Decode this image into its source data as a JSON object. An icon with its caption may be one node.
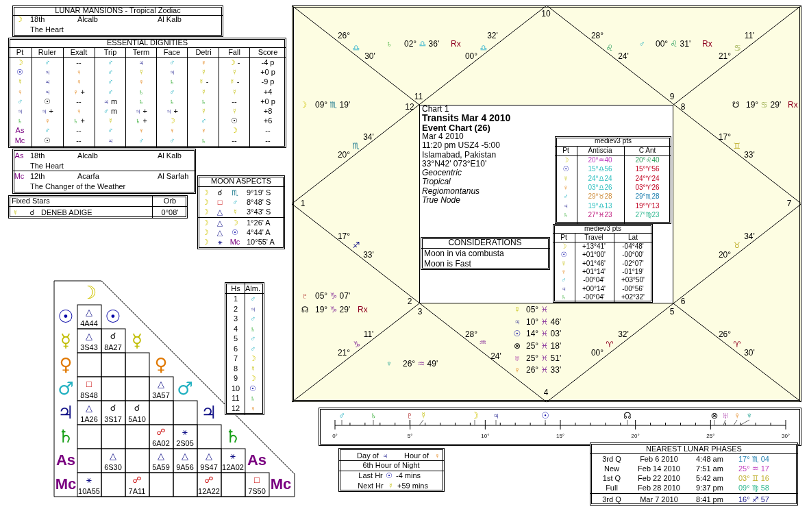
{
  "diagram": {
    "nodes": [
      {
        "text": [
          "LUNAR MANSIONS - Tropical Zodiac",
          "☽",
          "18th",
          "Alcalb",
          "Al Kalb",
          "The Heart"
        ]
      },
      {
        "text": [
          "ESSENTIAL DIGNITIES",
          "Pt",
          "Ruler",
          "Exalt",
          "Trip",
          "Term",
          "Face",
          "Detri",
          "Fall",
          "Score",
          "☽",
          "♂",
          "--",
          "♂",
          "♃",
          "♂",
          "♀",
          "☽ -",
          "-4 p",
          "☉",
          "♃",
          "♀",
          "♂",
          "☿",
          "♃",
          "☿",
          "☿",
          "+0 p",
          "☿",
          "♃",
          "♀",
          "♂",
          "♀",
          "♄",
          "☿ -",
          "☿ -",
          "-9 p",
          "♀",
          "♃",
          "♀ +",
          "♂",
          "♄",
          "♂",
          "☿",
          "☿",
          "+4",
          "♂",
          "☉",
          "--",
          "♃ m",
          "♄",
          "♄",
          "♄",
          "--",
          "+0 p",
          "♃",
          "♃ +",
          "♀",
          "♂ m",
          "♃ +",
          "♃ +",
          "☿",
          "☿",
          "+8",
          "♄",
          "♀",
          "♄ +",
          "☿",
          "♄ +",
          "☽",
          "♂",
          "☉",
          "+6",
          "As",
          "♂",
          "--",
          "♂",
          "♀",
          "♀",
          "♀",
          "☽",
          "--",
          "Mc",
          "☉",
          "--",
          "♃",
          "♂",
          "♂",
          "♄",
          "--",
          "--"
        ]
      },
      {
        "text": [
          "As",
          "18th",
          "Alcalb",
          "Al Kalb",
          "The Heart",
          "Mc",
          "12th",
          "Acarfa",
          "Al Sarfah",
          "The Changer of the Weather"
        ]
      },
      {
        "text": [
          "Fixed Stars",
          "Orb",
          "☿",
          "☌",
          "DENEB ADIGE",
          "0°08'"
        ]
      },
      {
        "text": [
          "MOON ASPECTS",
          "☽",
          "☌",
          "♏",
          "9°19' S",
          "☽",
          "□",
          "♂",
          "8°48' S",
          "☽",
          "△",
          "☿",
          "3°43' S",
          "☽",
          "△",
          "☽",
          "1°26' A",
          "☽",
          "△",
          "☉",
          "4°44' A",
          "☽",
          "⚹",
          "Mc",
          "10°55' A"
        ]
      },
      {
        "text": [
          "10",
          "26°",
          "♎",
          "30'",
          "♄",
          "02° ♎ 36'",
          "Rx",
          "32'",
          "♎",
          "00°",
          "28°",
          "♌",
          "24'",
          "♂",
          "00° ♌ 31'",
          "Rx",
          "11'",
          "♋",
          "21°",
          "☽",
          "09° ♏ 19'",
          "11",
          "12",
          "9",
          "8",
          "☋",
          "19° ♋ 29'",
          "Rx",
          "34'",
          "♏",
          "20°",
          "17°",
          "♊",
          "33'",
          "1",
          "7",
          "17°",
          "♐",
          "33'",
          "34'",
          "♉",
          "20°",
          "♇",
          "05° ♑ 07'",
          "☊",
          "19° ♑ 29'",
          "Rx",
          "2",
          "3",
          "6",
          "5",
          "☿",
          "05° ♓",
          "♃",
          "10° ♓ 46'",
          "☉",
          "14° ♓ 03'",
          "11'",
          "♑",
          "21°",
          "28°",
          "♒",
          "24'",
          "32'",
          "♈",
          "00°",
          "26°",
          "♈",
          "30'",
          "⊗",
          "25° ♓ 18'",
          "♅",
          "25° ♓ 51'",
          "♆",
          "26° ♒ 49'",
          "♀",
          "26° ♓ 33'",
          "4"
        ]
      },
      {
        "text": [
          "Chart 1",
          "Transits Mar 4 2010",
          "Event Chart (26)",
          "Mar 4 2010",
          "11:20 pm USZ4 -5:00",
          "Islamabad, Pakistan",
          "33°N42' 073°E10'",
          "Geocentric",
          "Tropical",
          "Regiomontanus",
          "True Node"
        ],
        "in": 5
      },
      {
        "text": [
          "mediev3 pts",
          "Pt",
          "Antiscia",
          "C Ant",
          "☽",
          "20°♒40",
          "20°♌40",
          "☉",
          "15°♎56",
          "15°♈56",
          "☿",
          "24°♎24",
          "24°♈24",
          "♀",
          "03°♎26",
          "03°♈26",
          "♂",
          "29°♉28",
          "29°♏28",
          "♃",
          "19°♎13",
          "19°♈13",
          "♄",
          "27°♓23",
          "27°♍23"
        ],
        "in": 6
      },
      {
        "text": [
          "CONSIDERATIONS",
          "Moon in via combusta",
          "Moon is Fast"
        ],
        "in": 6
      },
      {
        "text": [
          "mediev3 pts",
          "Pt",
          "Travel",
          "Lat",
          "☽",
          "+13°41'",
          "-04°48'",
          "☉",
          "+01°00'",
          "-00°00'",
          "☿",
          "+01°46'",
          "-02°07'",
          "♀",
          "+01°14'",
          "-01°19'",
          "♂",
          "-00°04'",
          "+03°50'",
          "♃",
          "+00°14'",
          "-00°56'",
          "♄",
          "-00°04'",
          "+02°32'"
        ],
        "in": 6
      },
      {
        "text": [
          "☽",
          "☉",
          "☿",
          "♀",
          "♂",
          "♃",
          "♄",
          "As",
          "Mc",
          "☉",
          "☿",
          "♀",
          "♂",
          "♃",
          "♄",
          "As",
          "Mc",
          "△",
          "4A44",
          "△",
          "3S43",
          "☌",
          "8A27",
          "□",
          "8S48",
          "△",
          "3A57",
          "△",
          "1A26",
          "☌",
          "3S17",
          "☌",
          "5A10",
          "☍",
          "6A02",
          "⚹",
          "2S05",
          "△",
          "6S30",
          "△",
          "5A59",
          "△",
          "9A56",
          "△",
          "9S47",
          "⚹",
          "12A02",
          "⚹",
          "10A55",
          "☍",
          "7A11",
          "☍",
          "12A22",
          "□",
          "7S50"
        ]
      },
      {
        "text": [
          "Hs",
          "Alm.",
          "1",
          "♂",
          "2",
          "♃",
          "3",
          "♂",
          "4",
          "♄",
          "5",
          "♂",
          "6",
          "♂",
          "7",
          "☽",
          "8",
          "☿",
          "9",
          "☽",
          "10",
          "☉",
          "11",
          "♄",
          "12",
          "♀"
        ]
      },
      {
        "text": [
          "♂",
          "♄",
          "♇",
          "☿",
          "☽",
          "♃",
          "☉",
          "☊",
          "⊗",
          "♅",
          "♀",
          "♆",
          "0°",
          "5°",
          "10°",
          "15°",
          "20°",
          "25°",
          "30°"
        ]
      },
      {
        "text": [
          "Day of",
          "♃",
          "Hour of",
          "♀",
          "6th Hour of Night",
          "Last Hr",
          "☉",
          "-4 mins",
          "Next Hr",
          "☿",
          "+59 mins"
        ]
      },
      {
        "text": [
          "NEAREST LUNAR PHASES",
          "3rd Q",
          "Feb 6 2010",
          "4:48 am",
          "17° ♏ 04",
          "New",
          "Feb 14 2010",
          "7:51 am",
          "25° ♒ 17",
          "1st Q",
          "Feb 22 2010",
          "5:42 am",
          "03° ♊ 16",
          "Full",
          "Feb 28 2010",
          "9:37 pm",
          "09° ♍ 58",
          "3rd Q",
          "Mar 7 2010",
          "8:41 pm",
          "16° ♐ 57"
        ]
      }
    ]
  }
}
